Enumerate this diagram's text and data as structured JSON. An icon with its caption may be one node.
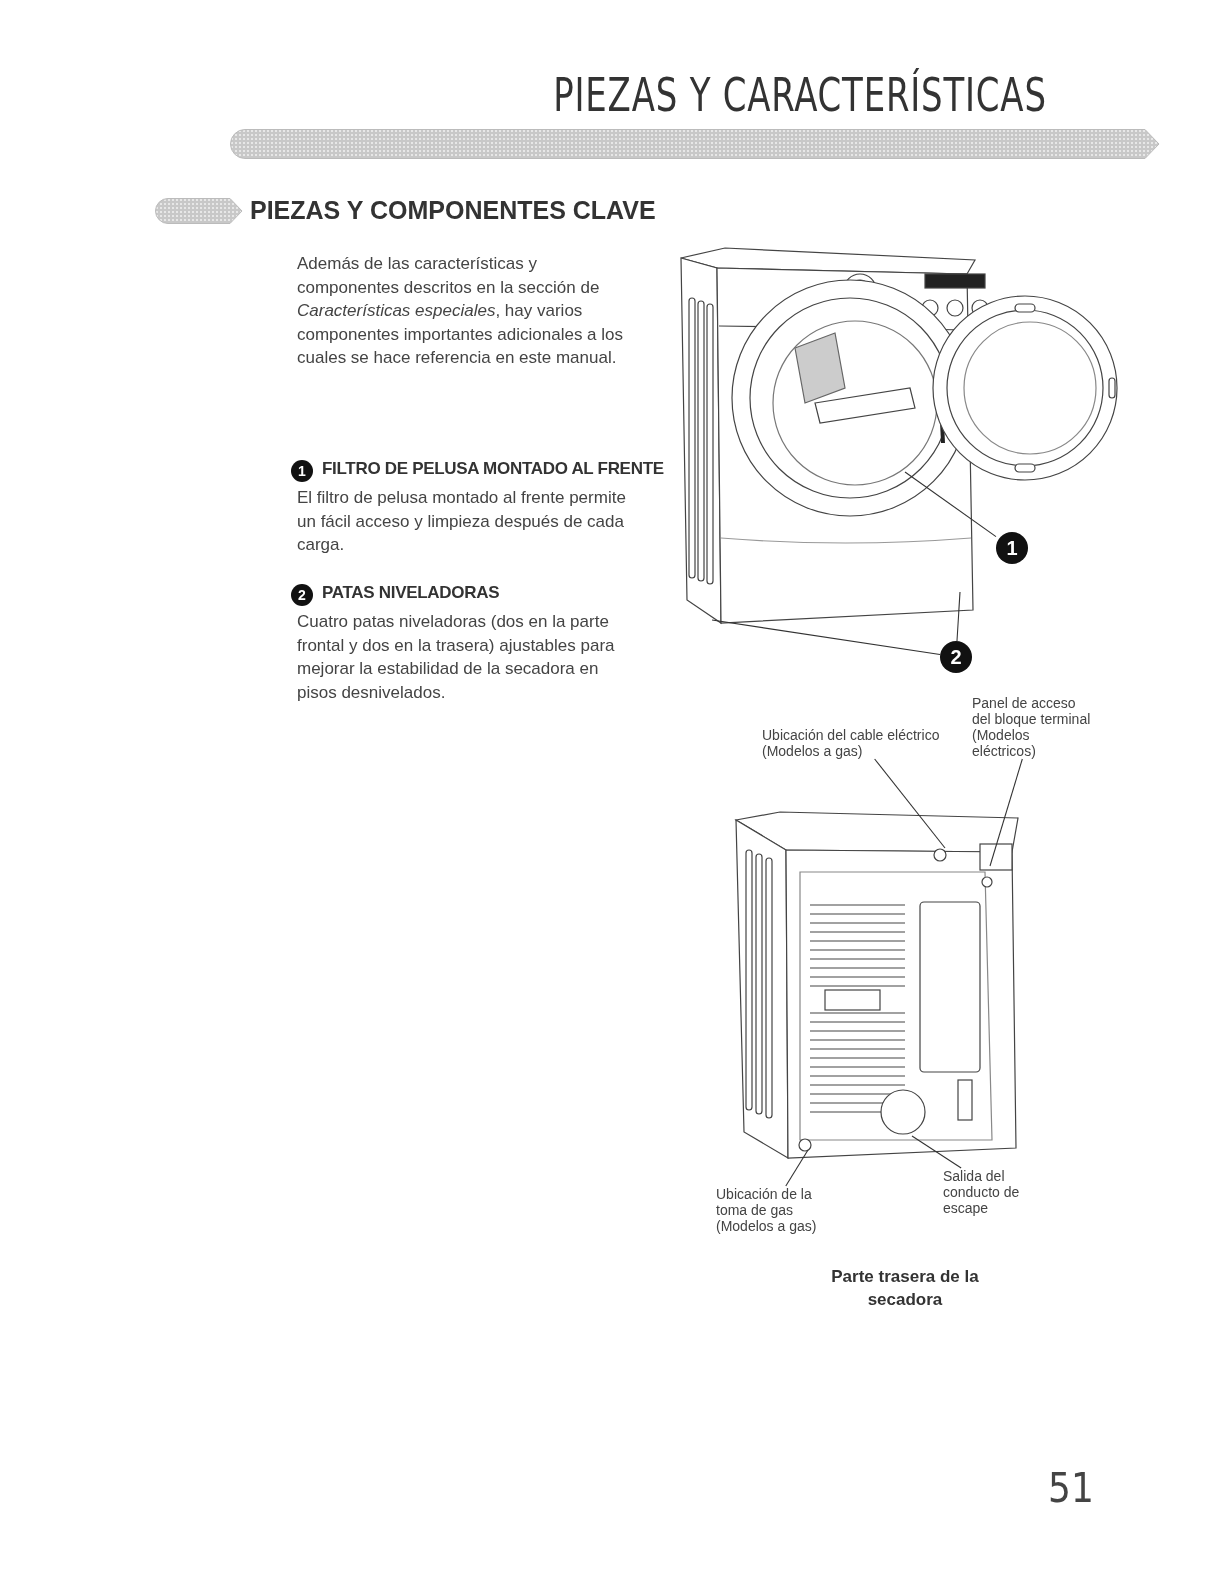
{
  "diagram": {
    "title": "PIEZAS Y CARACTERÍSTICAS",
    "nodes": [
      {
        "text": [],
        "shape": "picture"
      },
      {
        "text": [
          "1"
        ]
      },
      {
        "text": [
          "2"
        ]
      },
      {
        "text": [],
        "shape": "picture"
      },
      {
        "text": [
          "Ubicación del cable eléctrico (Modelos a gas)"
        ]
      },
      {
        "text": [
          "Panel de acceso del bloque terminal (Modelos eléctricos)"
        ]
      },
      {
        "text": [
          "Ubicación de la toma de gas (Modelos a gas)"
        ]
      },
      {
        "text": [
          "Salida del conducto de escape"
        ]
      },
      {
        "text": [],
        "shape": "bar"
      },
      {
        "text": [],
        "shape": "bar"
      }
    ],
    "edges": [
      {
        "from": 1,
        "to": 0,
        "arrow": "none"
      },
      {
        "from": 2,
        "to": 0,
        "arrow": "none"
      },
      {
        "from": 2,
        "to": 0,
        "arrow": "none"
      },
      {
        "from": 4,
        "to": 3,
        "arrow": "none"
      },
      {
        "from": 5,
        "to": 3,
        "arrow": "none"
      },
      {
        "from": 6,
        "to": 3,
        "arrow": "none"
      },
      {
        "from": 7,
        "to": 3,
        "arrow": "none"
      }
    ],
    "labels": [
      "PIEZAS Y COMPONENTES CLAVE",
      "Además de las características y componentes descritos en la sección de *Características especiales*, hay varios componentes importantes adicionales a los cuales se hace referencia en este manual.",
      "1",
      "FILTRO DE PELUSA MONTADO AL FRENTE",
      "El filtro de pelusa montado al frente permite un fácil acceso y limpieza después de cada carga.",
      "2",
      "PATAS NIVELADORAS",
      "Cuatro patas niveladoras (dos en la parte frontal y dos en la trasera) ajustables para mejorar la estabilidad de la secadora en pisos desnivelados.",
      "Parte trasera de la secadora",
      "51"
    ]
  }
}
